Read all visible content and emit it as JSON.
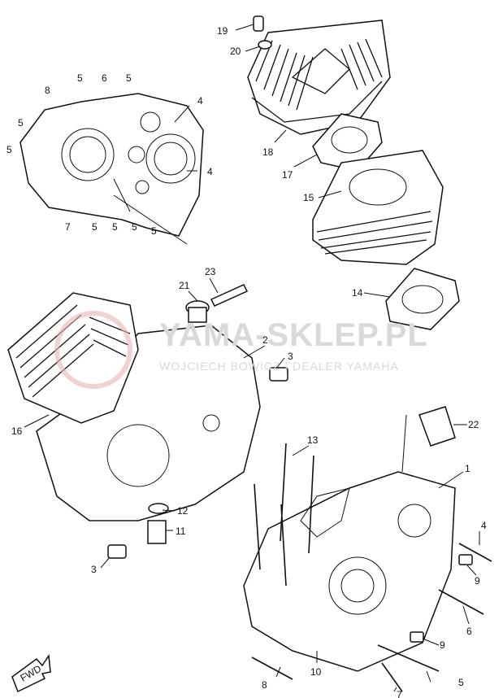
{
  "watermark": {
    "brand": "YAMA-SKLEP.PL",
    "subtitle": "WOJCIECH BOWICZ | DEALER YAMAHA"
  },
  "arrow_label": "FWD",
  "callouts": {
    "c19": "19",
    "c20": "20",
    "c18": "18",
    "c17": "17",
    "c15": "15",
    "c14": "14",
    "c8": "8",
    "c5a": "5",
    "c6": "6",
    "c5b": "5",
    "c4a": "4",
    "c5c": "5",
    "c5d": "5",
    "c4b": "4",
    "c7a": "7",
    "c5e": "5",
    "c5f": "5",
    "c5g": "5",
    "c5h": "5",
    "c23": "23",
    "c21": "21",
    "c2": "2",
    "c3a": "3",
    "c16": "16",
    "c12": "12",
    "c11": "11",
    "c3b": "3",
    "c22": "22",
    "c13": "13",
    "c1": "1",
    "c4c": "4",
    "c9a": "9",
    "c6b": "6",
    "c9b": "9",
    "c5i": "5",
    "c10": "10",
    "c8b": "8",
    "c7b": "7"
  },
  "colors": {
    "ink": "#111111",
    "watermark": "#d9d9d9",
    "watermark_logo": "#e8b4b4"
  }
}
